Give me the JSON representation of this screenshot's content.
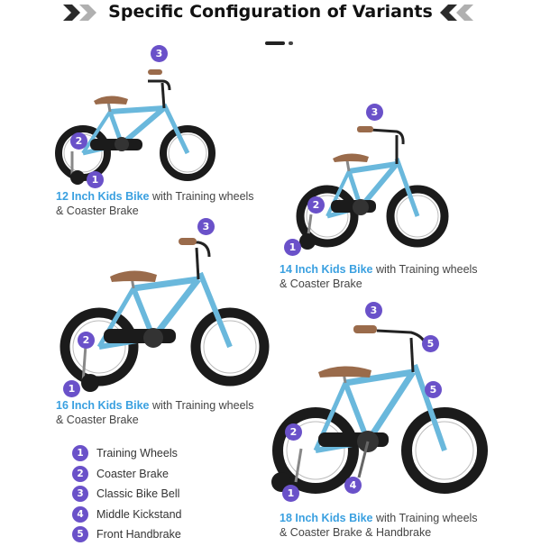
{
  "header": {
    "title": "Specific Configuration of Variants"
  },
  "colors": {
    "frame": "#6ab8dc",
    "tire": "#1b1b1b",
    "saddle": "#9a6b4b",
    "marker": "#6a51c9",
    "highlight": "#3aa0e0"
  },
  "variants": [
    {
      "name": "12 Inch Kids Bike",
      "line1_rest": " with Training wheels",
      "line2": "& Coaster Brake",
      "markers": [
        "3",
        "2",
        "1"
      ]
    },
    {
      "name": "14 Inch Kids Bike",
      "line1_rest": " with Training wheels",
      "line2": "& Coaster Brake",
      "markers": [
        "3",
        "2",
        "1"
      ]
    },
    {
      "name": "16 Inch Kids Bike",
      "line1_rest": " with Training wheels",
      "line2": "& Coaster Brake",
      "markers": [
        "3",
        "2",
        "1"
      ]
    },
    {
      "name": "18 Inch Kids Bike",
      "line1_rest": " with Training wheels",
      "line2": "& Coaster Brake & Handbrake",
      "markers": [
        "3",
        "5",
        "5",
        "2",
        "4",
        "1"
      ]
    }
  ],
  "legend": [
    {
      "num": "1",
      "label": "Training Wheels"
    },
    {
      "num": "2",
      "label": "Coaster Brake"
    },
    {
      "num": "3",
      "label": "Classic Bike Bell"
    },
    {
      "num": "4",
      "label": "Middle Kickstand"
    },
    {
      "num": "5",
      "label": "Front Handbrake"
    }
  ]
}
